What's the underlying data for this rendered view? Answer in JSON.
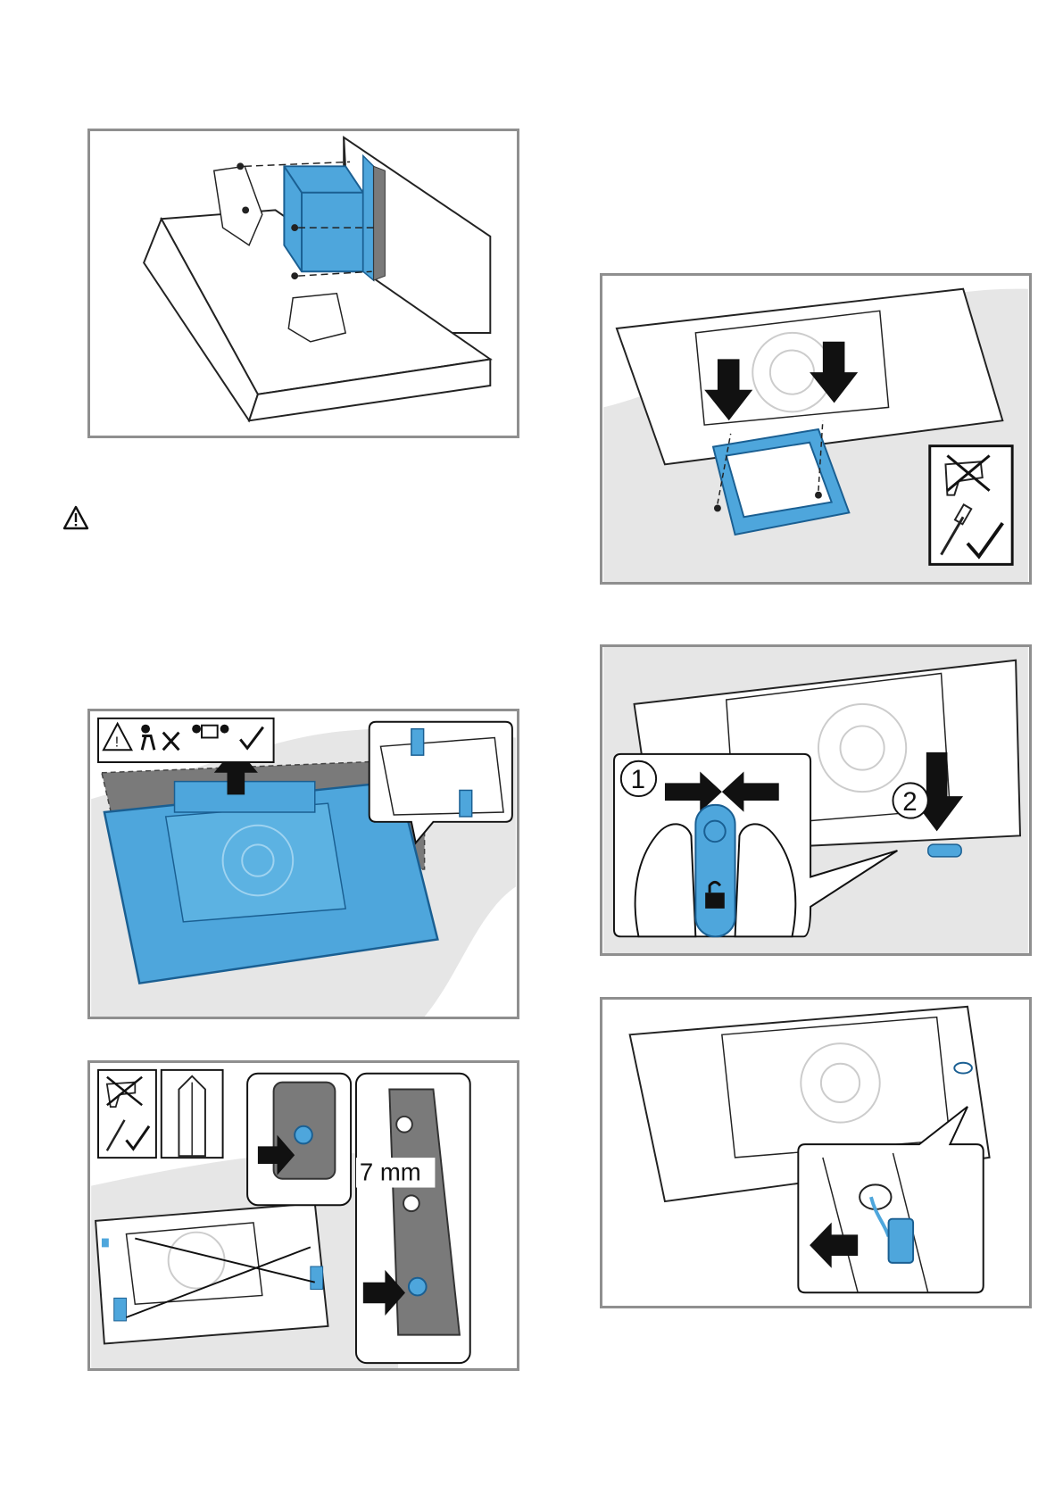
{
  "colors": {
    "accent": "#4ea6dc",
    "accent_dark": "#1a5f92",
    "frame": "#8f8f8f",
    "grey_shape": "#e6e6e6",
    "dark_grey": "#7a7a7a"
  },
  "icons": {
    "warning": "warning-triangle-icon",
    "power_drill_crossed": "power-drill-crossed-icon",
    "screwdriver_check": "screwdriver-check-icon",
    "two_person_lift": "two-person-lift-icon",
    "hex_bit": "hex-bit-icon",
    "unlock": "unlock-icon"
  },
  "figures": {
    "measure_label": "7 mm",
    "step_one": "1",
    "step_two": "2"
  }
}
